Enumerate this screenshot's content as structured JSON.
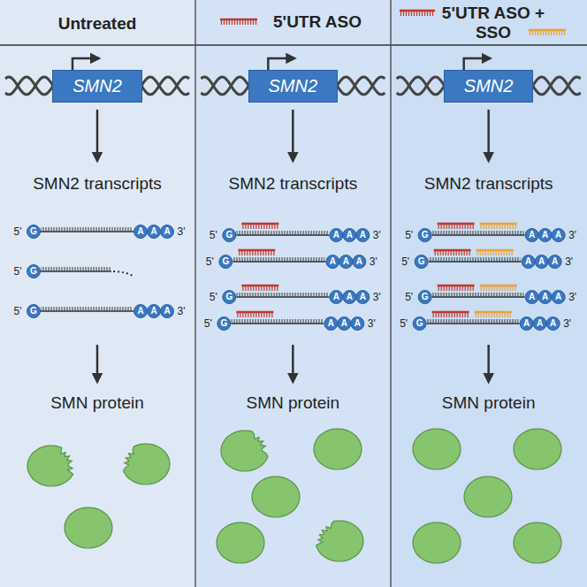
{
  "diagram": {
    "nodes": [
      {
        "text": [
          "Untreated"
        ]
      },
      {
        "text": [
          "5'UTR ASO"
        ]
      },
      {
        "text": [
          "5'UTR ASO + SSO"
        ]
      },
      {
        "text": [
          "SMN2"
        ]
      },
      {
        "text": [
          "SMN2"
        ]
      },
      {
        "text": [
          "SMN2"
        ]
      }
    ],
    "labels": [
      "SMN2 transcripts",
      "5'",
      "G",
      "A",
      "A",
      "A",
      "3'",
      "5'",
      "G",
      "5'",
      "G",
      "A",
      "A",
      "A",
      "3'",
      "SMN protein",
      "SMN2 transcripts",
      "5'",
      "G",
      "A",
      "A",
      "A",
      "3'",
      "5'",
      "G",
      "A",
      "A",
      "A",
      "3'",
      "5'",
      "G",
      "A",
      "A",
      "A",
      "3'",
      "5'",
      "G",
      "A",
      "A",
      "A",
      "3'",
      "SMN protein",
      "SMN2 transcripts",
      "5'",
      "G",
      "A",
      "A",
      "A",
      "3'",
      "5'",
      "G",
      "A",
      "A",
      "A",
      "3'",
      "5'",
      "G",
      "A",
      "A",
      "A",
      "3'",
      "5'",
      "G",
      "A",
      "A",
      "A",
      "3'",
      "SMN protein"
    ]
  }
}
